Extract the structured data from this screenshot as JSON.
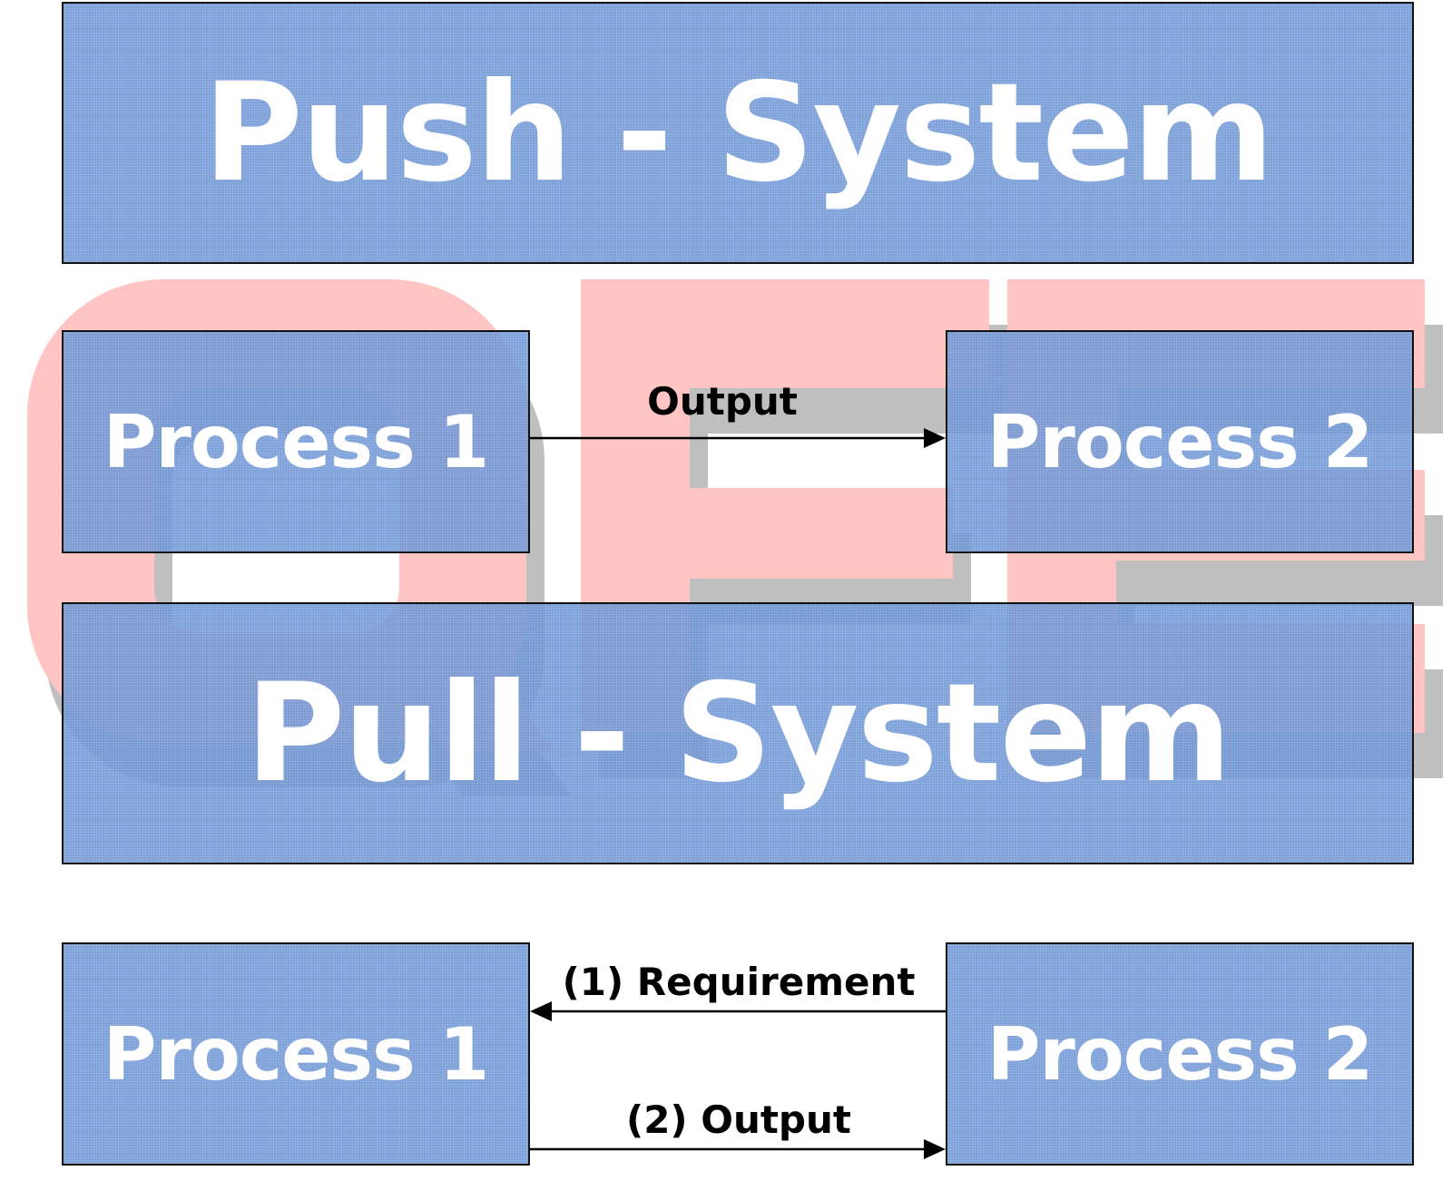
{
  "watermark": {
    "letters": [
      "Q",
      "F",
      "E"
    ],
    "fill_color": "#ffc4c4",
    "shadow_color": "#bfbfbf"
  },
  "push": {
    "title": "Push - System",
    "process_left": "Process 1",
    "process_right": "Process 2",
    "arrow_label": "Output"
  },
  "pull": {
    "title": "Pull - System",
    "process_left": "Process 1",
    "process_right": "Process 2",
    "arrow_top_label": "(1) Requirement",
    "arrow_bottom_label": "(2) Output"
  },
  "colors": {
    "box_fill": "#6c94d4",
    "box_border": "#111111",
    "box_text": "#ffffff",
    "arrow": "#000000"
  }
}
